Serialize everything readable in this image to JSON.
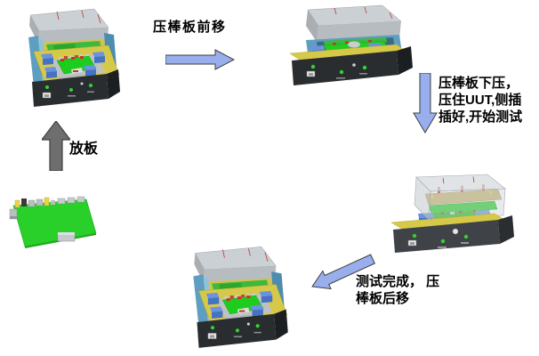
{
  "page": {
    "background": "#FFFFFF"
  },
  "labels": {
    "load_board": "放板",
    "press_plate_forward": "压棒板前移",
    "press_down_line1": "压棒板下压，",
    "press_down_line2": "压住UUT,侧插",
    "press_down_line3": "插好,开始测试",
    "test_done_line1": "测试完成， 压",
    "test_done_line2": "棒板后移"
  },
  "icons": {
    "arrow_up": "up-block-arrow",
    "arrow_right": "right-block-arrow",
    "arrow_down": "down-block-arrow",
    "arrow_down_left": "down-left-block-arrow"
  },
  "colors": {
    "arrow_blue_fill": "#99AEEC",
    "arrow_gray_fill": "#6E6E6E",
    "arrow_outline": "#3F3F3F",
    "text": "#000000",
    "machine_lid_gray": "#CBD0D5",
    "machine_wall_blue": "#5E9EC0",
    "machine_deck_yellow": "#D6C94A",
    "machine_base_dark": "#2A2D2F",
    "pcb_green": "#29D029",
    "clamp_blue": "#4472C4",
    "press_plate_tan": "#C9B570",
    "led_green": "#2FD42F",
    "accent_red": "#CC3322"
  }
}
